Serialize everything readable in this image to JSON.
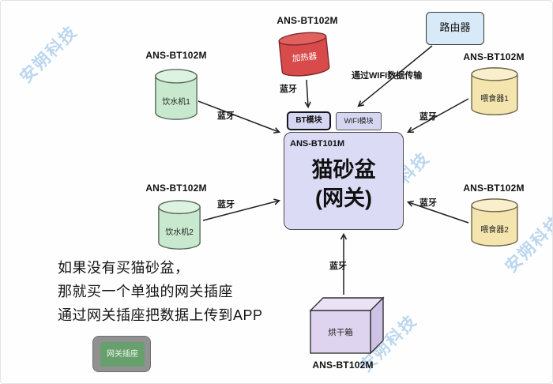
{
  "watermark": {
    "text": "安朔科技"
  },
  "colors": {
    "green-body": "#c8e9cd",
    "green-top": "#ddf3e1",
    "yellow-body": "#f4e5ae",
    "yellow-top": "#f9efcd",
    "red-body": "#d94b4b",
    "red-top": "#e2615f",
    "gateway-bg": "#dbdbf6",
    "module-bg": "#d6d6f2",
    "router-bg": "#d8eaf8",
    "dryer-front": "#ded4ef",
    "dryer-top": "#eae3f6",
    "dryer-side": "#cec2e6",
    "socket-body": "#919191",
    "socket-screen": "#67a06c",
    "watermark-color": "#85b7e3",
    "arrow-color": "#222222"
  },
  "nodes": {
    "heater": {
      "model": "ANS-BT102M",
      "label": "加热器",
      "link": "蓝牙"
    },
    "water1": {
      "model": "ANS-BT102M",
      "label": "饮水机1",
      "link": "蓝牙"
    },
    "water2": {
      "model": "ANS-BT102M",
      "label": "饮水机2",
      "link": "蓝牙"
    },
    "feeder1": {
      "model": "ANS-BT102M",
      "label": "喂食器1",
      "link": "蓝牙"
    },
    "feeder2": {
      "model": "ANS-BT102M",
      "label": "喂食器2",
      "link": "蓝牙"
    },
    "dryer": {
      "model": "ANS-BT102M",
      "label": "烘干箱",
      "link": "蓝牙"
    }
  },
  "router": {
    "label": "路由器",
    "wifi_note": "通过WIFI数据传输"
  },
  "gateway": {
    "model": "ANS-BT101M",
    "title": "猫砂盆",
    "subtitle": "(网关)",
    "bt_module": "BT模块",
    "wifi_module": "WIFI模块"
  },
  "note": {
    "line1": "如果没有买猫砂盆，",
    "line2": "那就买一个单独的网关插座",
    "line3": "通过网关插座把数据上传到APP"
  },
  "socket": {
    "label": "网关插座"
  }
}
